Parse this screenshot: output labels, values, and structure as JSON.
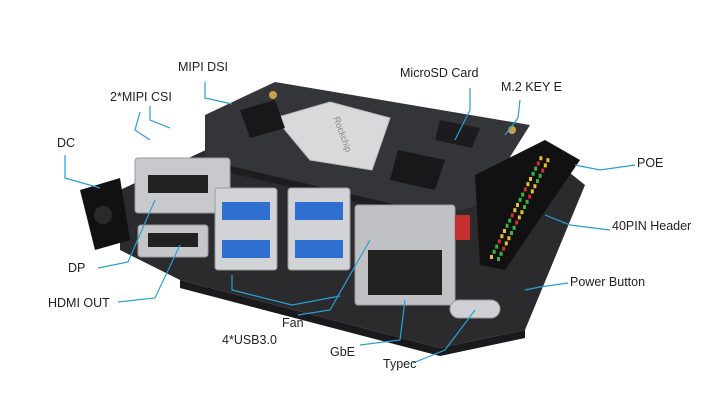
{
  "labels": {
    "mipi_dsi": "MIPI DSI",
    "mipi_csi": "2*MIPI CSI",
    "dc": "DC",
    "dp": "DP",
    "hdmi_out": "HDMI OUT",
    "usb": "4*USB3.0",
    "fan": "Fan",
    "gbe": "GbE",
    "typec": "Typec",
    "microsd": "MicroSD Card",
    "m2": "M.2 KEY E",
    "poe": "POE",
    "header40": "40PIN Header",
    "power_button": "Power Button"
  },
  "chip_text": "Rockchip",
  "colors": {
    "leader_line": "#2a9fd6",
    "board": "#2b2b2e",
    "usb_blue": "#2f6fd0"
  }
}
